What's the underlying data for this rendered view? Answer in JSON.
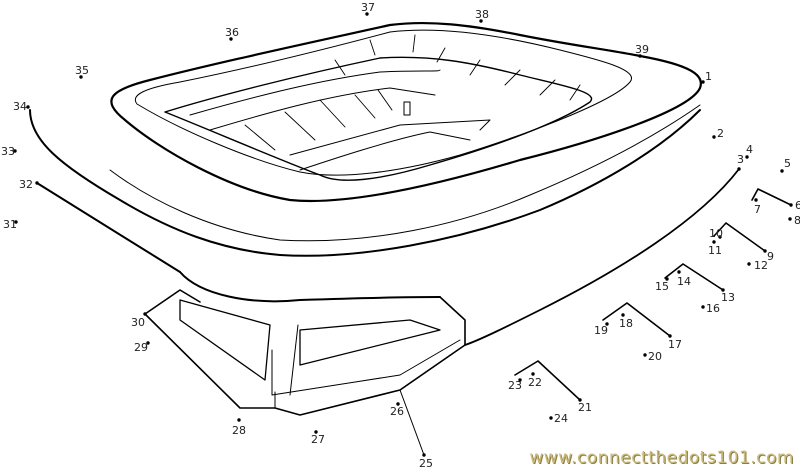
{
  "worksheet": {
    "subject": "stadium",
    "dot_labels": [
      "1",
      "2",
      "3",
      "4",
      "5",
      "6",
      "7",
      "8",
      "9",
      "10",
      "11",
      "12",
      "13",
      "14",
      "15",
      "16",
      "17",
      "18",
      "19",
      "20",
      "21",
      "22",
      "23",
      "24",
      "25",
      "26",
      "27",
      "28",
      "29",
      "30",
      "31",
      "32",
      "33",
      "34",
      "35",
      "36",
      "37",
      "38",
      "39"
    ],
    "line_color": "#000000",
    "watermark": "www.connectthedots101.com",
    "watermark_color": "#c9b97a"
  }
}
